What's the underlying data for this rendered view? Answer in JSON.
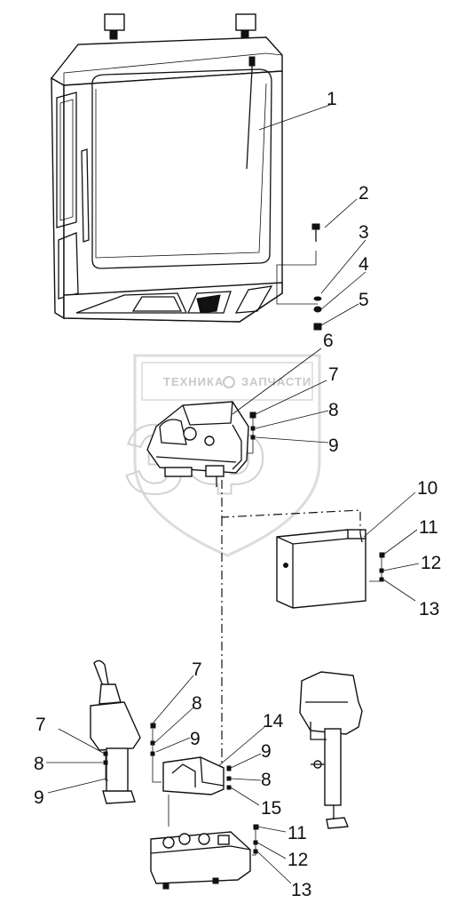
{
  "watermark": {
    "left_word": "ТЕХНИКА",
    "right_word": "ЗАПЧАСТИ",
    "monogram": "ЗФ"
  },
  "callouts": {
    "c1": "1",
    "c2": "2",
    "c3": "3",
    "c4": "4",
    "c5": "5",
    "c6": "6",
    "c7a": "7",
    "c8a": "8",
    "c9a": "9",
    "c10": "10",
    "c11a": "11",
    "c12a": "12",
    "c13a": "13",
    "c7b": "7",
    "c8b": "8",
    "c9b": "9",
    "c7c": "7",
    "c8c": "8",
    "c9c": "9",
    "c14": "14",
    "c9d": "9",
    "c8d": "8",
    "c15": "15",
    "c11b": "11",
    "c12b": "12",
    "c13b": "13"
  }
}
